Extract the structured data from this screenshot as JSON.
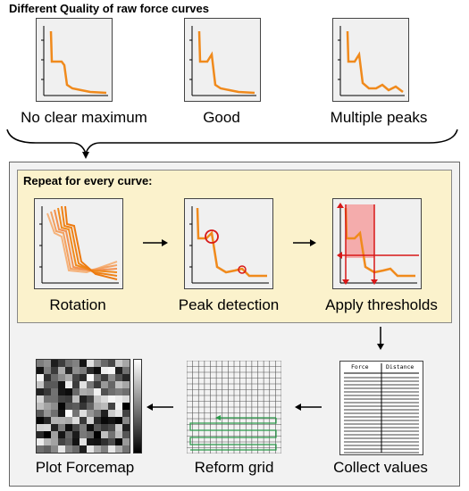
{
  "header": {
    "title": "Different Quality of raw force curves"
  },
  "quality_examples": [
    {
      "label": "No clear maximum"
    },
    {
      "label": "Good"
    },
    {
      "label": "Multiple peaks"
    }
  ],
  "workflow": {
    "repeat_title": "Repeat for every curve:",
    "steps": [
      {
        "label": "Rotation"
      },
      {
        "label": "Peak detection"
      },
      {
        "label": "Apply thresholds"
      }
    ],
    "post_steps": [
      {
        "label": "Collect values"
      },
      {
        "label": "Reform grid"
      },
      {
        "label": "Plot Forcemap"
      }
    ],
    "table_headers": {
      "force": "Force",
      "distance": "Distance"
    }
  },
  "colors": {
    "curve": "#f08a1c",
    "highlight": "#d81818",
    "threshold_fill": "#f5a0a0",
    "grid_path": "#2a9a4a",
    "inner_bg": "#fbf2cc",
    "outer_bg": "#f2f2f2"
  }
}
